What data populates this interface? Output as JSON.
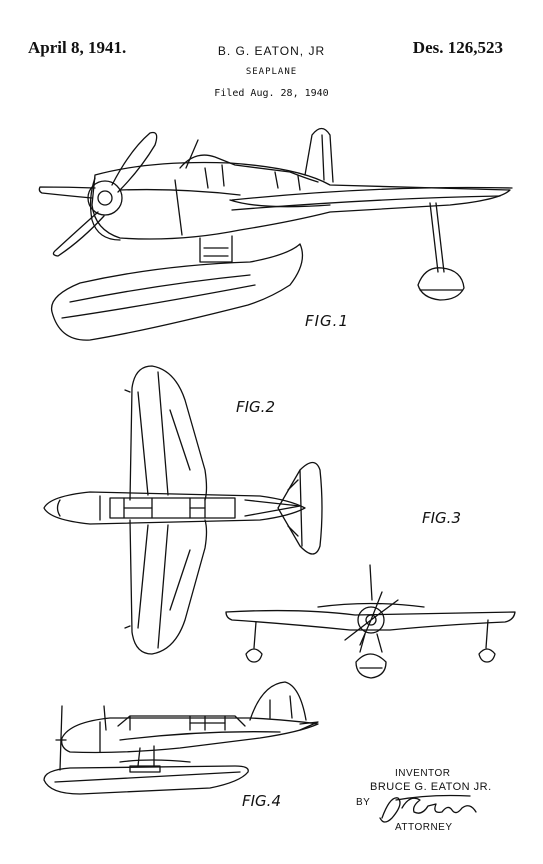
{
  "header": {
    "date": "April 8, 1941.",
    "inventor_name": "B. G. EATON, JR",
    "design_number": "Des. 126,523",
    "title": "SEAPLANE",
    "filed": "Filed Aug. 28, 1940"
  },
  "figures": {
    "fig1": "FIG.1",
    "fig2": "FIG.2",
    "fig3": "FIG.3",
    "fig4": "FIG.4"
  },
  "signature_block": {
    "inventor_label": "INVENTOR",
    "inventor": "BRUCE G. EATON JR.",
    "by": "BY",
    "attorney_signature": "D. Stack",
    "attorney_label": "ATTORNEY"
  }
}
